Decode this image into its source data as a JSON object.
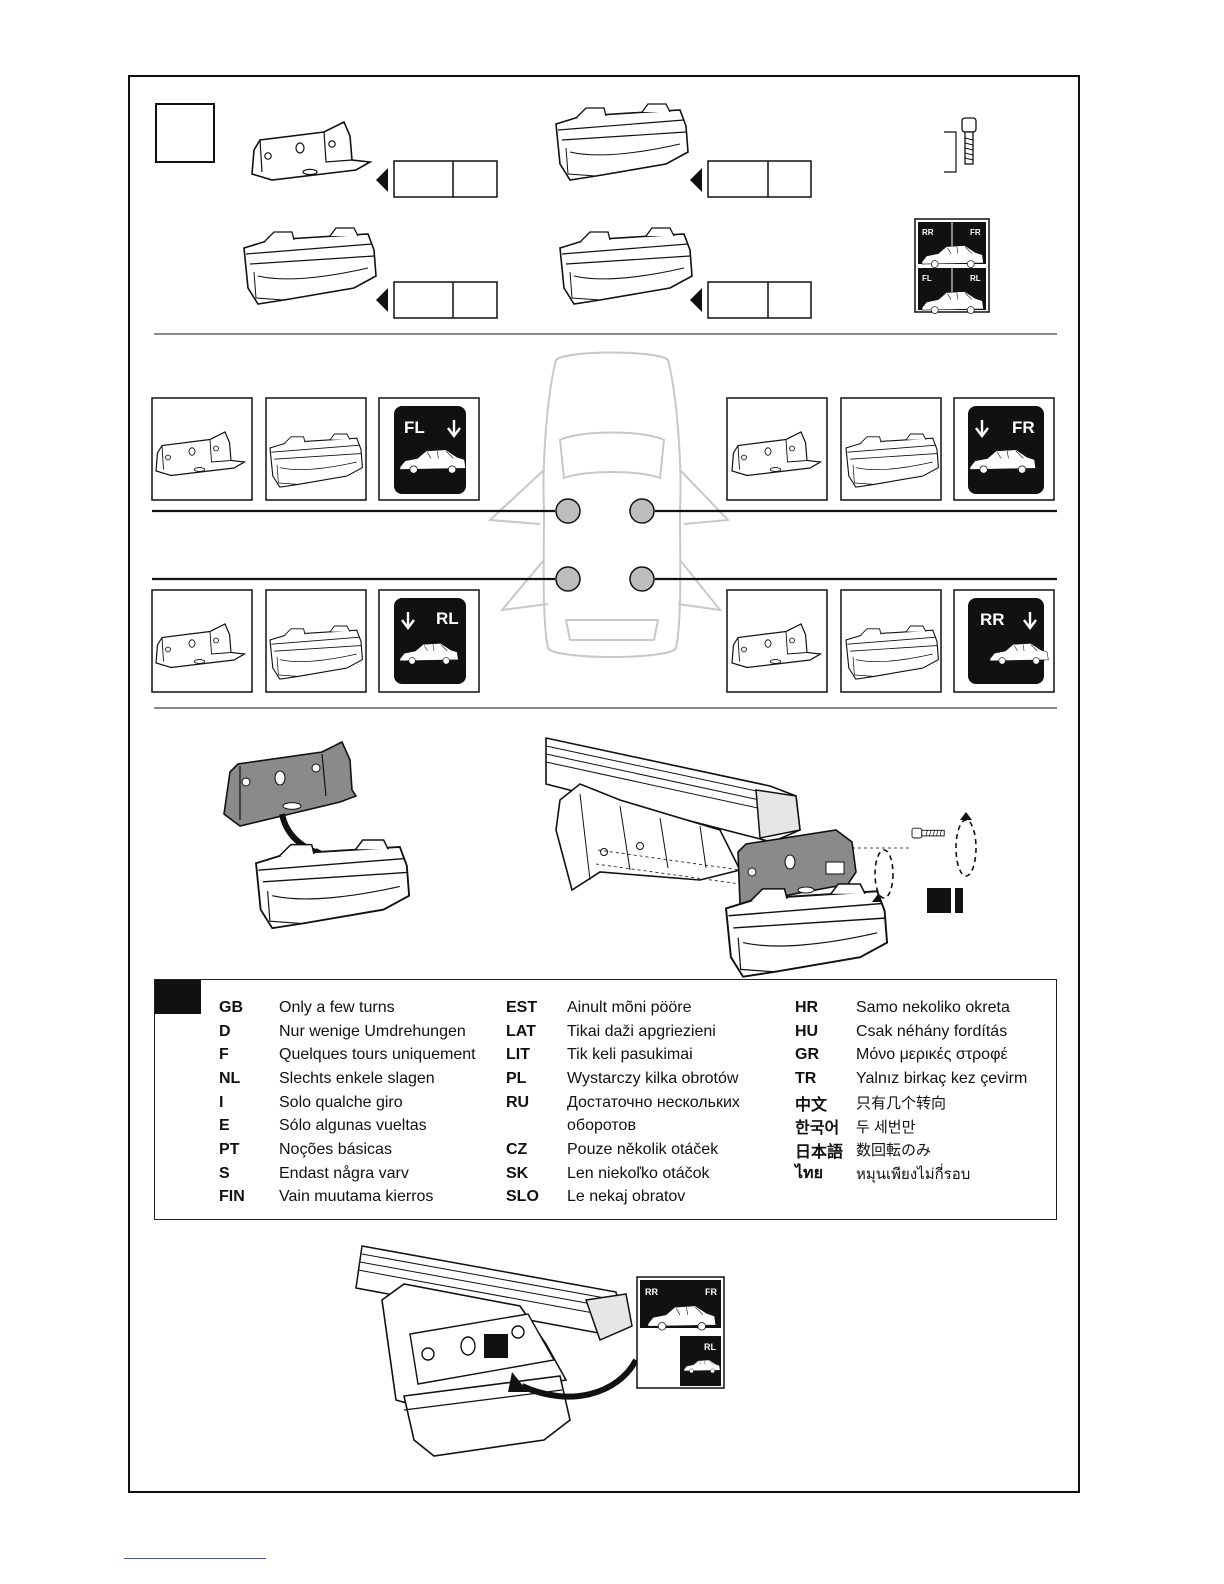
{
  "diagram": {
    "position_labels": {
      "fl": "FL",
      "fr": "FR",
      "rl": "RL",
      "rr": "RR"
    },
    "info_icon": "i",
    "icons": [
      "bracket",
      "foot-pad",
      "bolt",
      "car-position-sticker",
      "roof-bar",
      "rotate-arrow"
    ]
  },
  "legend": {
    "columns": [
      [
        {
          "code": "GB",
          "text": "Only a few turns"
        },
        {
          "code": "D",
          "text": "Nur wenige Umdrehungen"
        },
        {
          "code": "F",
          "text": "Quelques tours uniquement"
        },
        {
          "code": "NL",
          "text": "Slechts enkele slagen"
        },
        {
          "code": "I",
          "text": "Solo qualche giro"
        },
        {
          "code": "E",
          "text": "Sólo algunas vueltas"
        },
        {
          "code": "PT",
          "text": "Noções básicas"
        },
        {
          "code": "S",
          "text": "Endast några varv"
        },
        {
          "code": "FIN",
          "text": "Vain muutama kierros"
        }
      ],
      [
        {
          "code": "EST",
          "text": "Ainult mõni pööre"
        },
        {
          "code": "LAT",
          "text": "Tikai daži apgriezieni"
        },
        {
          "code": "LIT",
          "text": "Tik keli pasukimai"
        },
        {
          "code": "PL",
          "text": "Wystarczy kilka obrotów"
        },
        {
          "code": "RU",
          "text": "Достаточно нескольких"
        },
        {
          "code": "",
          "text": "оборотов"
        },
        {
          "code": "CZ",
          "text": "Pouze několik otáček"
        },
        {
          "code": "SK",
          "text": "Len niekoľko otáčok"
        },
        {
          "code": "SLO",
          "text": "Le nekaj obratov"
        }
      ],
      [
        {
          "code": "HR",
          "text": "Samo nekoliko okreta"
        },
        {
          "code": "HU",
          "text": "Csak néhány fordítás"
        },
        {
          "code": "GR",
          "text": "Μόνο μερικές στροφέ"
        },
        {
          "code": "TR",
          "text": "Yalnız birkaç kez çevirm"
        },
        {
          "code": "中文",
          "text": "只有几个转向"
        },
        {
          "code": "한국어",
          "text": "두 세번만"
        },
        {
          "code": "日本語",
          "text": "数回転のみ"
        },
        {
          "code": "ไทย",
          "text": "หมุนเพียงไม่กี่รอบ"
        }
      ]
    ]
  }
}
